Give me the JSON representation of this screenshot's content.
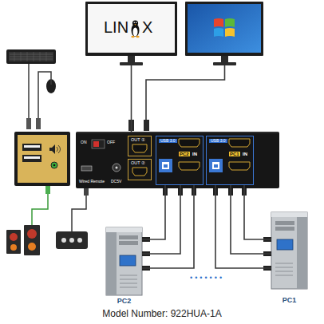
{
  "diagram": {
    "caption": "Model Number: 922HUA-1A",
    "nodes": [
      {
        "text": [
          "LIN",
          "X"
        ]
      },
      {
        "text": [
          "ON",
          "OFF",
          "Wired Remote",
          "DC5V"
        ]
      },
      {
        "text": [
          "OUT ①"
        ],
        "in": 1
      },
      {
        "text": [
          "OUT ②"
        ],
        "in": 1
      },
      {
        "text": [
          "USB 3.0",
          "PC2",
          "IN"
        ],
        "in": 1
      },
      {
        "text": [
          "USB 3.0",
          "PC1",
          "IN"
        ],
        "in": 1
      },
      {
        "text": [
          "PC2"
        ]
      },
      {
        "text": [
          "PC1"
        ]
      }
    ],
    "edges": [
      {
        "from": 0,
        "to": 1,
        "arrow": "none"
      },
      {
        "from": 6,
        "to": 4,
        "arrow": "none"
      },
      {
        "from": 6,
        "to": 4,
        "arrow": "none"
      },
      {
        "from": 6,
        "to": 4,
        "arrow": "none"
      },
      {
        "from": 7,
        "to": 5,
        "arrow": "none"
      },
      {
        "from": 7,
        "to": 5,
        "arrow": "none"
      },
      {
        "from": 7,
        "to": 5,
        "arrow": "none"
      }
    ],
    "labels": [
      "•••••••"
    ]
  }
}
